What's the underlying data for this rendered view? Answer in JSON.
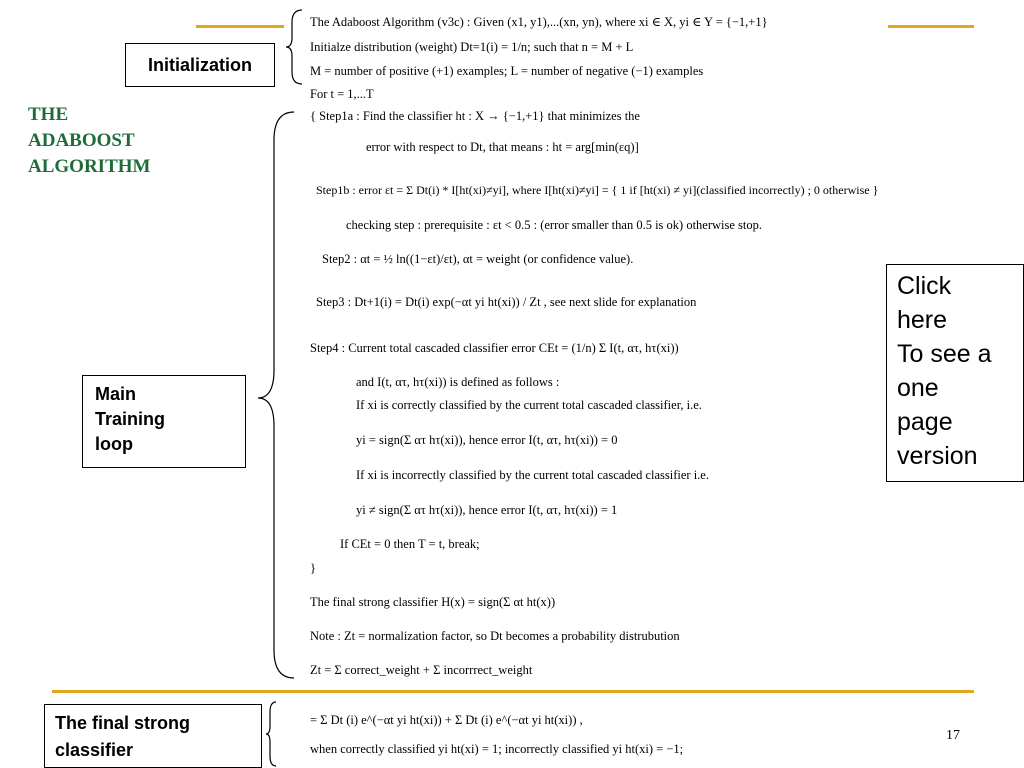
{
  "colors": {
    "title": "#1f6b3a",
    "accent_line": "#e0a81e"
  },
  "title": [
    "THE",
    "ADABOOST",
    "ALGORITHM"
  ],
  "labels": {
    "initialization": "Initialization",
    "main_loop": [
      "Main",
      "Training",
      "loop"
    ],
    "final": [
      "The final strong",
      "classifier"
    ]
  },
  "click_box": [
    "Click",
    "here",
    "To see a",
    "one",
    "page",
    "version"
  ],
  "page_number": "17",
  "lines": [
    "The Adaboost Algorithm (v3c) : Given (x1, y1),...(xn, yn), where xi ∈ X, yi ∈ Y = {−1,+1}",
    "Initialze distribution (weight) Dt=1(i) = 1/n; such that n = M + L",
    "M = number of positive (+1) examples; L = number of negative (−1) examples",
    "For t = 1,...T",
    "{  Step1a : Find the classifier ht : X → {−1,+1} that minimizes the",
    "error with respect to Dt, that means : ht = arg[min(εq)]",
    "Step1b : error εt = Σ Dt(i) * I[ht(xi)≠yi], where I[ht(xi)≠yi] = { 1 if [ht(xi) ≠ yi](classified incorrectly) ; 0 otherwise }",
    "checking step : prerequisite : εt < 0.5 : (error smaller than 0.5 is ok) otherwise stop.",
    "Step2 : αt = ½ ln((1−εt)/εt), αt = weight (or confidence value).",
    "Step3 : Dt+1(i) = Dt(i) exp(−αt yi ht(xi)) / Zt , see next slide for explanation",
    "Step4 : Current total cascaded classifier error CEt = (1/n) Σ I(t, ατ, hτ(xi))",
    "and I(t, ατ, hτ(xi)) is defined as follows :",
    "If xi is correctly classified by the current total cascaded classifier, i.e.",
    "yi = sign(Σ ατ hτ(xi)), hence error I(t, ατ, hτ(xi)) = 0",
    "If xi is incorrectly classified by the current total cascaded classifier i.e.",
    "yi ≠ sign(Σ ατ hτ(xi)), hence error I(t, ατ, hτ(xi)) = 1",
    "If CEt = 0 then T = t, break;",
    "}",
    "The final strong classifier H(x) = sign(Σ αt ht(x))",
    "Note : Zt = normalization factor, so Dt becomes a probability distrubution",
    "Zt = Σ correct_weight + Σ incorrrect_weight",
    "= Σ Dt (i) e^(−αt yi ht(xi)) + Σ Dt (i) e^(−αt yi ht(xi)) ,",
    "when correctly classified yi ht(xi) = 1; incorrectly classified yi ht(xi) = −1;"
  ]
}
